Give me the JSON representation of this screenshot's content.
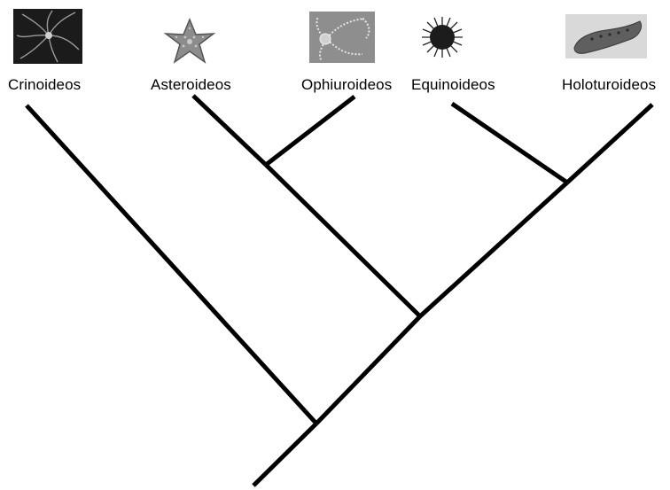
{
  "diagram": {
    "type": "cladogram",
    "line_color": "#000000",
    "taxa": [
      {
        "id": "crinoid",
        "label": "Crinoideos",
        "icon": "crinoid-photo"
      },
      {
        "id": "asteroid",
        "label": "Asteroideos",
        "icon": "starfish-photo"
      },
      {
        "id": "ophiuroid",
        "label": "Ophiuroideos",
        "icon": "brittle-star-photo"
      },
      {
        "id": "echinoid",
        "label": "Equinoideos",
        "icon": "sea-urchin-photo"
      },
      {
        "id": "holothuroid",
        "label": "Holoturoideos",
        "icon": "sea-cucumber-photo"
      }
    ],
    "clades": [
      [
        "asteroid",
        "ophiuroid"
      ],
      [
        "echinoid",
        "holothuroid"
      ],
      [
        "asteroid",
        "ophiuroid",
        "echinoid",
        "holothuroid"
      ],
      [
        "crinoid",
        "asteroid",
        "ophiuroid",
        "echinoid",
        "holothuroid"
      ]
    ]
  }
}
